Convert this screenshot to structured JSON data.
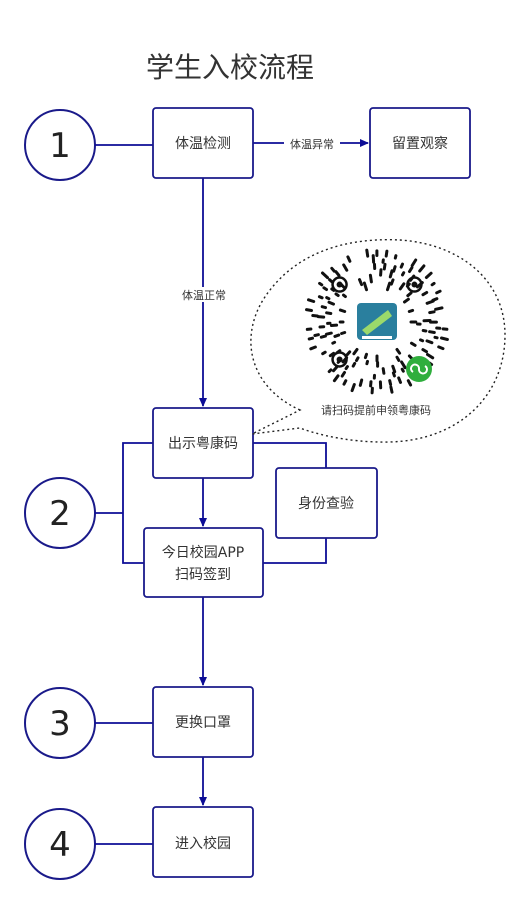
{
  "title": "学生入校流程",
  "steps": {
    "s1": "1",
    "s2": "2",
    "s3": "3",
    "s4": "4"
  },
  "nodes": {
    "temp_check": "体温检测",
    "observe": "留置观察",
    "show_code": "出示粤康码",
    "id_check": "身份查验",
    "app_line1": "今日校园APP",
    "app_line2": "扫码签到",
    "mask": "更换口罩",
    "enter": "进入校园"
  },
  "edges": {
    "abnormal": "体温异常",
    "normal": "体温正常"
  },
  "qr": {
    "caption": "请扫码提前申领粤康码",
    "badge_icon": "mini-program-icon"
  },
  "colors": {
    "line": "#0d0d96",
    "box_border": "#1a1a8a",
    "qr_green": "#2fae3d",
    "qr_logo_teal": "#2a7f9e"
  }
}
